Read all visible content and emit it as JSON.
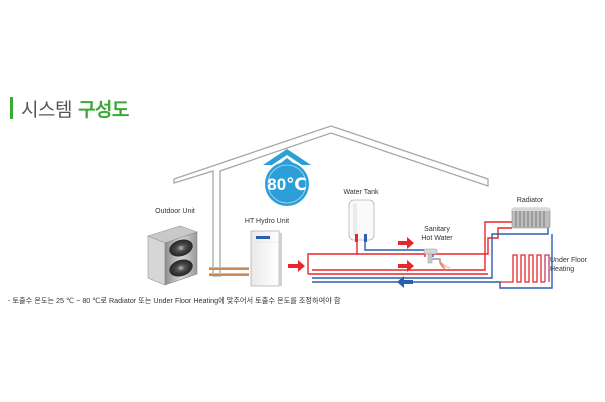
{
  "title": {
    "regular": "시스템",
    "strong": "구성도"
  },
  "badge": {
    "temperature": "80℃"
  },
  "labels": {
    "outdoor_unit": "Outdoor Unit",
    "ht_hydro_unit": "HT Hydro Unit",
    "water_tank": "Water Tank",
    "sanitary_line1": "Sanitary",
    "sanitary_line2": "Hot Water",
    "radiator": "Radiator",
    "underfloor_line1": "Under Floor",
    "underfloor_line2": "Heating"
  },
  "note": "- 토출수 온도는 25 ℃ ~ 80 ℃로 Radiator 또는 Under Floor Heating에 맞추어서 토출수 온도를 조정하여야 함",
  "colors": {
    "accent_green": "#3aa935",
    "hot_pipe": "#e8262c",
    "cold_pipe": "#2a5fb0",
    "badge_blue": "#2d9fd8",
    "house_outline": "#a7a7a7"
  }
}
